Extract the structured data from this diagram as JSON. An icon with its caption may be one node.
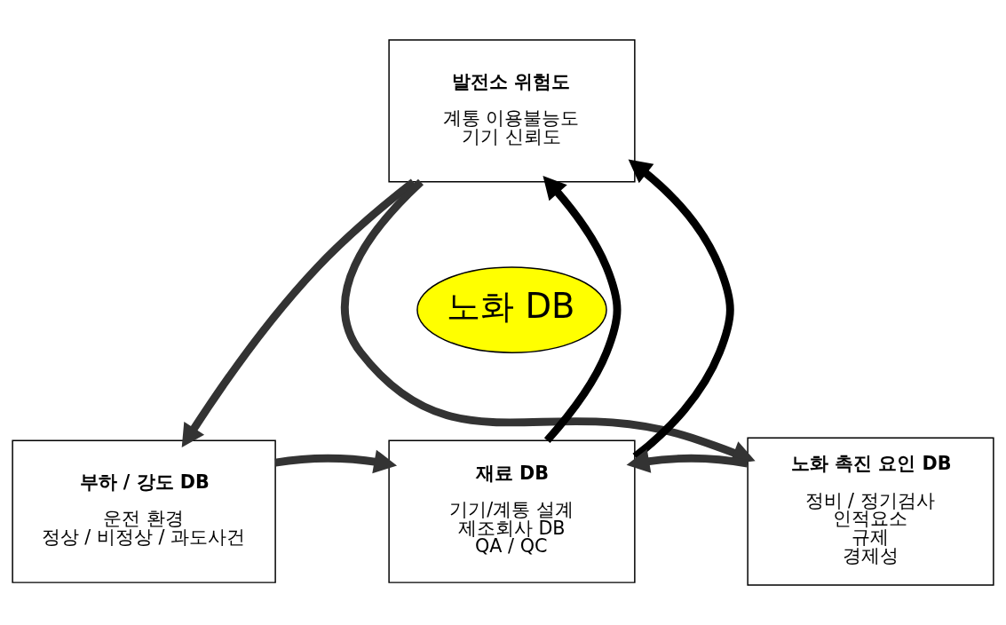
{
  "diagram": {
    "nodes": [
      {
        "text": [
          "발전소 위험도",
          "계통 이용불능도",
          "기기 신뢰도"
        ]
      },
      {
        "text": [
          "부하 / 강도 DB",
          "운전 환경",
          "정상 / 비정상 / 과도사건"
        ]
      },
      {
        "text": [
          "재료 DB",
          "기기/계통 설계",
          "제조회사 DB",
          "QA / QC"
        ]
      },
      {
        "text": [
          "노화 촉진 요인 DB",
          "정비 / 정기검사",
          "인적요소",
          "규제",
          "경제성"
        ]
      },
      {
        "text": [
          "노화 DB"
        ]
      }
    ],
    "edges": [
      {
        "from": 0,
        "to": 1,
        "arrow": "to"
      },
      {
        "from": 0,
        "to": 3,
        "arrow": "to"
      },
      {
        "from": 2,
        "to": 0,
        "arrow": "to",
        "color": "#000000"
      },
      {
        "from": 2,
        "to": 0,
        "arrow": "to",
        "color": "#000000"
      },
      {
        "from": 1,
        "to": 2,
        "arrow": "to"
      },
      {
        "from": 3,
        "to": 2,
        "arrow": "to"
      }
    ]
  }
}
